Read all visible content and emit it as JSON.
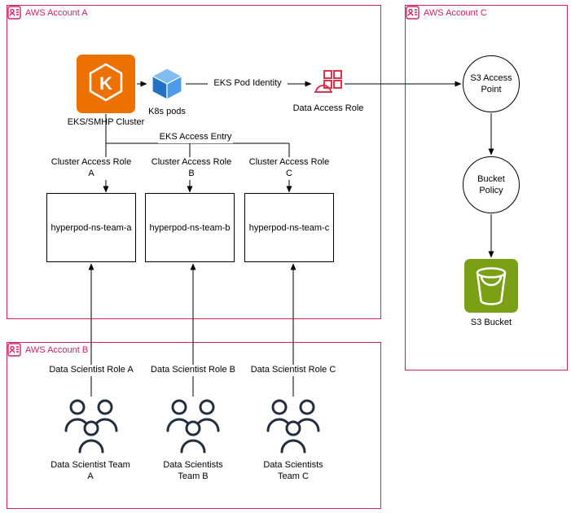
{
  "colors": {
    "account_pink": "#CD2264",
    "eks_orange": "#ED7100",
    "pods_blue": "#3E8FE0",
    "role_pink": "#DD344C",
    "bucket_green": "#7AA116",
    "people_dark": "#232F3E",
    "edge_black": "#000000"
  },
  "accounts": {
    "a": {
      "label": "AWS Account A"
    },
    "b": {
      "label": "AWS Account B"
    },
    "c": {
      "label": "AWS Account C"
    }
  },
  "nodes": {
    "eks_cluster": {
      "label": "EKS/SMHP Cluster"
    },
    "k8s_pods": {
      "label": "K8s pods"
    },
    "data_access_role": {
      "label": "Data Access Role"
    },
    "s3_access_point": {
      "label": "S3 Access Point"
    },
    "bucket_policy": {
      "label": "Bucket Policy"
    },
    "s3_bucket": {
      "label": "S3 Bucket"
    }
  },
  "namespaces": [
    {
      "label": "hyperpod-ns-team-a"
    },
    {
      "label": "hyperpod-ns-team-b"
    },
    {
      "label": "hyperpod-ns-team-c"
    }
  ],
  "teams": [
    {
      "role_label": "Data Scientist Role A",
      "label": "Data Scientist Team A"
    },
    {
      "role_label": "Data Scientist Role B",
      "label": "Data Scientists Team B"
    },
    {
      "role_label": "Data Scientist Role C",
      "label": "Data Scientists Team C"
    }
  ],
  "edge_labels": {
    "eks_pod_identity": "EKS Pod Identity",
    "eks_access_entry": "EKS Access Entry",
    "cluster_access_role_a": "Cluster Access Role A",
    "cluster_access_role_b": "Cluster Access Role B",
    "cluster_access_role_c": "Cluster Access Role C"
  }
}
